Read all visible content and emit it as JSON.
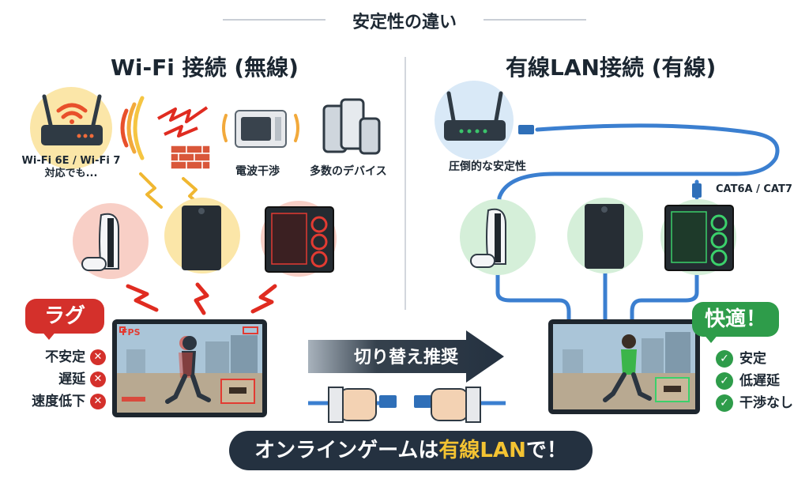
{
  "header": {
    "title": "安定性の違い"
  },
  "wifi": {
    "title": "Wi-Fi 接続 (無線)",
    "router_caption": [
      "Wi-Fi 6E / Wi-Fi 7",
      "対応でも..."
    ],
    "interference_label": "電波干渉",
    "devices_label": "多数のデバイス",
    "badge": "ラグ",
    "status": [
      "不安定",
      "遅延",
      "速度低下"
    ],
    "screen_fps": "FPS"
  },
  "wired": {
    "title": "有線LAN接続 (有線)",
    "router_caption": "圧倒的な安定性",
    "cable_label": "CAT6A / CAT7",
    "badge": "快適！",
    "status": [
      "安定",
      "低遅延",
      "干渉なし"
    ]
  },
  "switch": {
    "label": "切り替え推奨"
  },
  "footer": {
    "prefix": "オンラインゲームは",
    "highlight": "有線LAN",
    "suffix": "で！"
  },
  "colors": {
    "red": "#d4302b",
    "green": "#2e9c4a",
    "blue": "#3b7fd0",
    "yellow_bg": "#fbe6a8",
    "red_bg": "#f8cfc6",
    "green_bg": "#d5efd9",
    "blue_bg": "#d9e9f7",
    "dark": "#243140"
  },
  "icons": [
    "router-icon",
    "wifi-signal-icon",
    "lightning-icon",
    "brick-wall-icon",
    "microwave-icon",
    "smartphone-icon",
    "playstation-icon",
    "xbox-icon",
    "gaming-pc-icon",
    "monitor-icon",
    "cable-icon",
    "check-icon",
    "x-icon",
    "arrow-right-icon"
  ]
}
